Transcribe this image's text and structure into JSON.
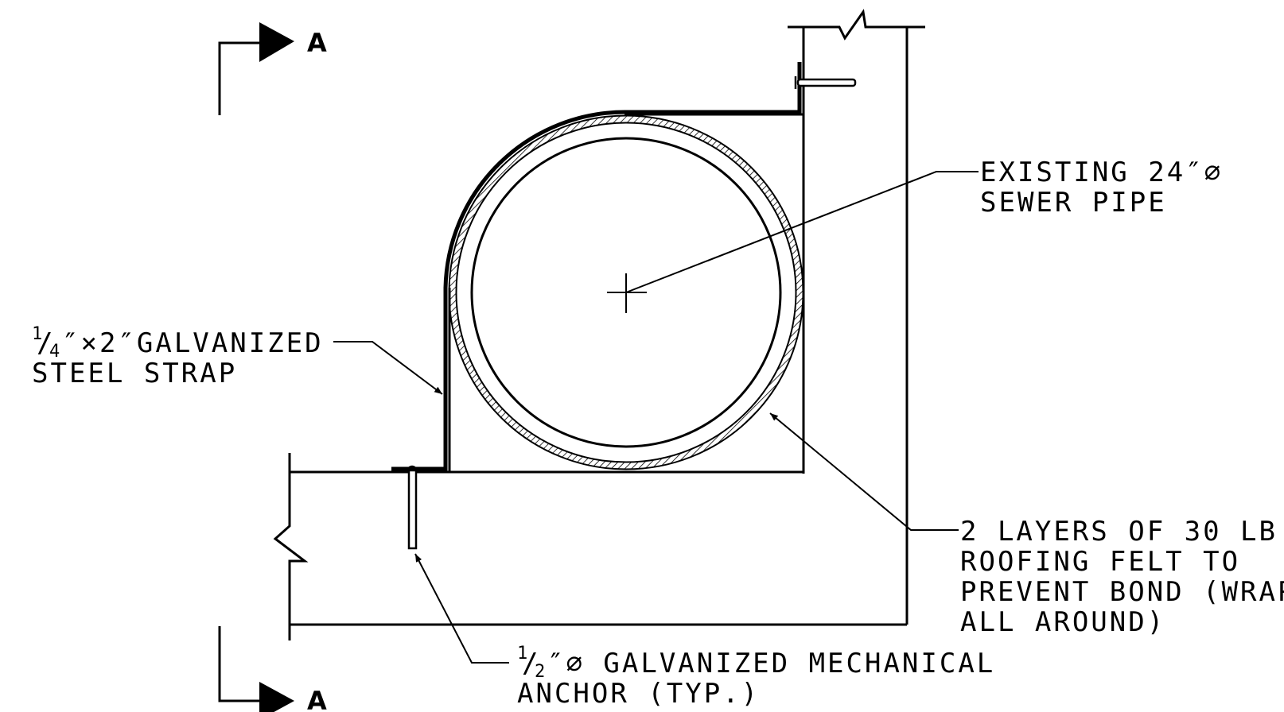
{
  "section_marks": {
    "top_letter": "A",
    "bottom_letter": "A"
  },
  "labels": {
    "pipe": {
      "line1": "EXISTING 24″⌀",
      "line2": "SEWER PIPE"
    },
    "strap": {
      "numerator": "1",
      "slash": "/",
      "denominator": "4",
      "line1_rest": "″×2″GALVANIZED",
      "line2": "STEEL STRAP"
    },
    "felt": {
      "line1": "2 LAYERS OF 30 LB",
      "line2": "ROOFING FELT TO",
      "line3": "PREVENT BOND (WRAP",
      "line4": "ALL AROUND)"
    },
    "anchor": {
      "numerator": "1",
      "slash": "/",
      "denominator": "2",
      "line1_rest": "″⌀ GALVANIZED MECHANICAL",
      "line2": "ANCHOR (TYP.)"
    }
  },
  "colors": {
    "ink": "#000000",
    "background": "#ffffff"
  }
}
